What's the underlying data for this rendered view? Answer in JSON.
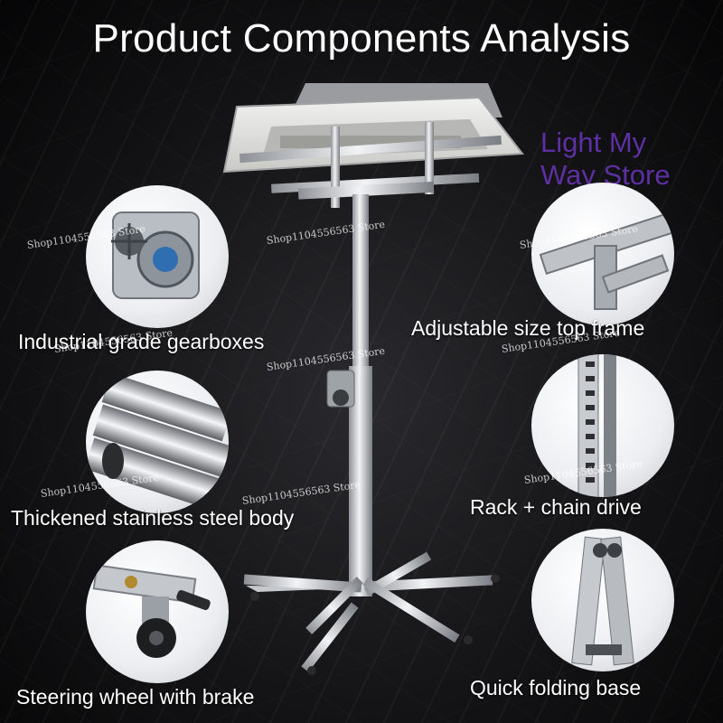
{
  "title": "Product Components Analysis",
  "store_logo": {
    "line1": "Light My",
    "line2": "Way Store",
    "color": "#5d2fa3"
  },
  "watermark_text": "Shop1104556563 Store",
  "features": [
    {
      "label": "Industrial grade gearboxes",
      "icon": "gearbox-icon"
    },
    {
      "label": "Adjustable size top frame",
      "icon": "top-frame-icon"
    },
    {
      "label": "Thickened stainless steel body",
      "icon": "steel-tubes-icon"
    },
    {
      "label": "Rack + chain drive",
      "icon": "rack-chain-icon"
    },
    {
      "label": "Steering wheel with brake",
      "icon": "caster-wheel-icon"
    },
    {
      "label": "Quick folding base",
      "icon": "folding-base-icon"
    }
  ]
}
